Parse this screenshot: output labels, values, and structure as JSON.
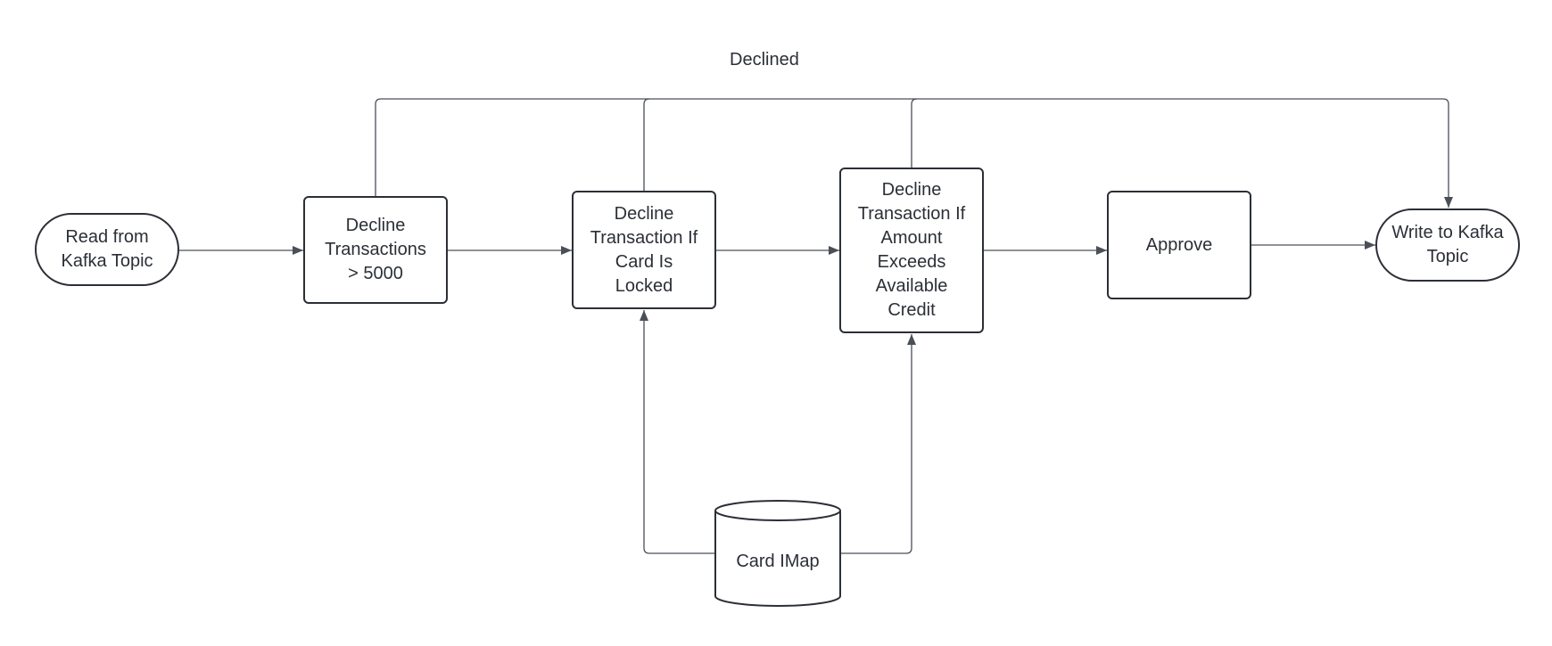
{
  "diagram": {
    "nodes": {
      "read_kafka": {
        "label": "Read from\nKafka Topic",
        "shape": "stadium"
      },
      "decline_over_5000": {
        "label": "Decline\nTransactions\n> 5000",
        "shape": "rounded-rectangle"
      },
      "decline_card_locked": {
        "label": "Decline\nTransaction If\nCard Is\nLocked",
        "shape": "rounded-rectangle"
      },
      "decline_exceeds_credit": {
        "label": "Decline\nTransaction If\nAmount\nExceeds\nAvailable\nCredit",
        "shape": "rounded-rectangle"
      },
      "approve": {
        "label": "Approve",
        "shape": "rounded-rectangle"
      },
      "write_kafka": {
        "label": "Write to Kafka\nTopic",
        "shape": "stadium"
      },
      "card_imap": {
        "label": "Card IMap",
        "shape": "cylinder"
      }
    },
    "edges": [
      {
        "from": "read_kafka",
        "to": "decline_over_5000",
        "label": ""
      },
      {
        "from": "decline_over_5000",
        "to": "decline_card_locked",
        "label": ""
      },
      {
        "from": "decline_card_locked",
        "to": "decline_exceeds_credit",
        "label": ""
      },
      {
        "from": "decline_exceeds_credit",
        "to": "approve",
        "label": ""
      },
      {
        "from": "approve",
        "to": "write_kafka",
        "label": ""
      },
      {
        "from": "decline_over_5000",
        "to": "write_kafka",
        "label": "Declined"
      },
      {
        "from": "decline_card_locked",
        "to": "write_kafka",
        "label": ""
      },
      {
        "from": "decline_exceeds_credit",
        "to": "write_kafka",
        "label": ""
      },
      {
        "from": "card_imap",
        "to": "decline_card_locked",
        "label": ""
      },
      {
        "from": "card_imap",
        "to": "decline_exceeds_credit",
        "label": ""
      }
    ],
    "declined_label": "Declined",
    "colors": {
      "stroke": "#2b2f36",
      "edge": "#4a4f58",
      "fill": "#ffffff",
      "text": "#2b2f36"
    }
  }
}
